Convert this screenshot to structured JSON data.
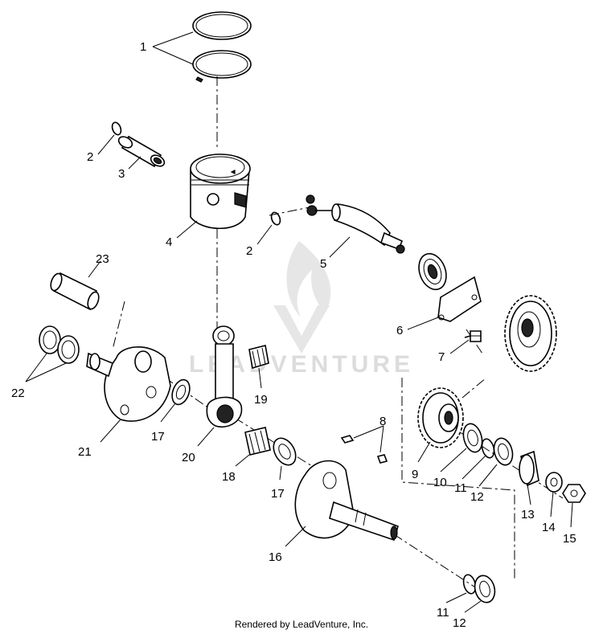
{
  "watermark": {
    "text": "LEADVENTURE"
  },
  "footer": {
    "text": "Rendered by LeadVenture, Inc."
  },
  "callouts": [
    {
      "id": "1",
      "label": "1"
    },
    {
      "id": "2a",
      "label": "2"
    },
    {
      "id": "2b",
      "label": "2"
    },
    {
      "id": "3",
      "label": "3"
    },
    {
      "id": "4",
      "label": "4"
    },
    {
      "id": "5",
      "label": "5"
    },
    {
      "id": "6",
      "label": "6"
    },
    {
      "id": "7",
      "label": "7"
    },
    {
      "id": "8",
      "label": "8"
    },
    {
      "id": "9",
      "label": "9"
    },
    {
      "id": "10",
      "label": "10"
    },
    {
      "id": "11a",
      "label": "11"
    },
    {
      "id": "11b",
      "label": "11"
    },
    {
      "id": "12a",
      "label": "12"
    },
    {
      "id": "12b",
      "label": "12"
    },
    {
      "id": "13",
      "label": "13"
    },
    {
      "id": "14",
      "label": "14"
    },
    {
      "id": "15",
      "label": "15"
    },
    {
      "id": "16",
      "label": "16"
    },
    {
      "id": "17a",
      "label": "17"
    },
    {
      "id": "17b",
      "label": "17"
    },
    {
      "id": "18",
      "label": "18"
    },
    {
      "id": "19",
      "label": "19"
    },
    {
      "id": "20",
      "label": "20"
    },
    {
      "id": "21",
      "label": "21"
    },
    {
      "id": "22",
      "label": "22"
    },
    {
      "id": "23",
      "label": "23"
    }
  ]
}
